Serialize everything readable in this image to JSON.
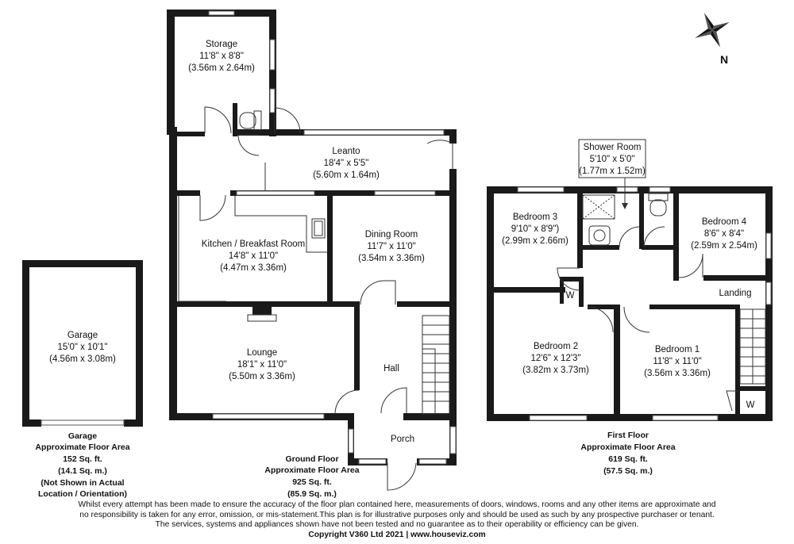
{
  "garage": {
    "name": "Garage",
    "dim_imperial": "15'0\" x 10'1\"",
    "dim_metric": "(4.56m x 3.08m)",
    "area_title": "Garage",
    "area_label": "Approximate Floor Area",
    "area_sqft": "152 Sq. ft.",
    "area_sqm": "(14.1 Sq. m.)",
    "note_line1": "(Not Shown in Actual",
    "note_line2": "Location / Orientation)"
  },
  "ground_floor": {
    "title": "Ground Floor",
    "area_label": "Approximate Floor Area",
    "area_sqft": "925 Sq. ft.",
    "area_sqm": "(85.9 Sq. m.)",
    "rooms": {
      "storage": {
        "name": "Storage",
        "dim_imperial": "11'8\" x 8'8\"",
        "dim_metric": "(3.56m x 2.64m)"
      },
      "leanto": {
        "name": "Leanto",
        "dim_imperial": "18'4\" x 5'5\"",
        "dim_metric": "(5.60m x 1.64m)"
      },
      "kitchen": {
        "name": "Kitchen / Breakfast Room",
        "dim_imperial": "14'8\" x 11'0\"",
        "dim_metric": "(4.47m x 3.36m)"
      },
      "dining": {
        "name": "Dining Room",
        "dim_imperial": "11'7\" x 11'0\"",
        "dim_metric": "(3.54m x 3.36m)"
      },
      "lounge": {
        "name": "Lounge",
        "dim_imperial": "18'1\" x 11'0\"",
        "dim_metric": "(5.50m x 3.36m)"
      },
      "hall": {
        "name": "Hall"
      },
      "porch": {
        "name": "Porch"
      }
    }
  },
  "first_floor": {
    "title": "First Floor",
    "area_label": "Approximate Floor Area",
    "area_sqft": "619 Sq. ft.",
    "area_sqm": "(57.5 Sq. m.)",
    "rooms": {
      "shower": {
        "name": "Shower Room",
        "dim_imperial": "5'10\" x 5'0\"",
        "dim_metric": "(1.77m x 1.52m)"
      },
      "bedroom3": {
        "name": "Bedroom 3",
        "dim_imperial": "9'10\" x 8'9\")",
        "dim_metric": "(2.99m x 2.66m)"
      },
      "bedroom4": {
        "name": "Bedroom 4",
        "dim_imperial": "8'6\" x 8'4\"",
        "dim_metric": "(2.59m x 2.54m)"
      },
      "landing": {
        "name": "Landing"
      },
      "bedroom2": {
        "name": "Bedroom 2",
        "dim_imperial": "12'6\" x 12'3\"",
        "dim_metric": "(3.82m x 3.73m)"
      },
      "bedroom1": {
        "name": "Bedroom 1",
        "dim_imperial": "11'8\" x 11'0\"",
        "dim_metric": "(3.56m x 3.36m)"
      },
      "wardrobe_label": "W"
    }
  },
  "compass": {
    "label": "N"
  },
  "disclaimer": {
    "line1": "Whilst every attempt has been made to ensure the accuracy of the floor plan contained here, measurements of doors, windows, rooms and any other items are approximate and",
    "line2": "no responsibility is taken for any error, omission, or mis-statement.This plan is for illustrative purposes only and should be used as such by any prospective purchaser or tenant.",
    "line3": "The services, systems and appliances shown have not been tested and no guarantee as to their operability or efficiency can be given.",
    "copyright": "Copyright V360 Ltd 2021 | www.houseviz.com"
  }
}
